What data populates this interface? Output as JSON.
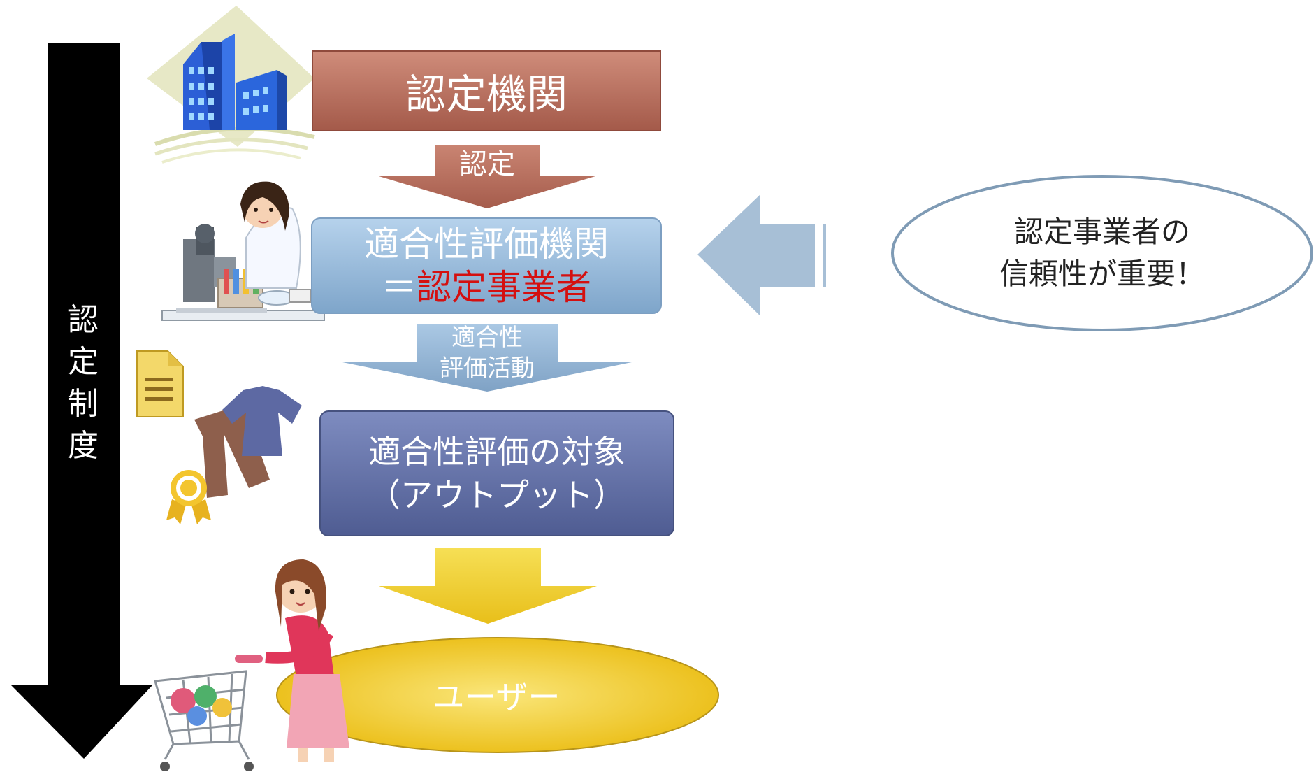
{
  "system_arrow": {
    "label_chars": [
      "認",
      "定",
      "制",
      "度"
    ]
  },
  "accreditation_body": {
    "label": "認定機関"
  },
  "accreditation_arrow": {
    "label": "認定"
  },
  "conformity_body": {
    "line1": "適合性評価機関",
    "line2_prefix": "＝",
    "line2_highlight": "認定事業者"
  },
  "activity_arrow": {
    "line1": "適合性",
    "line2": "評価活動"
  },
  "target": {
    "line1": "適合性評価の対象",
    "line2": "（アウトプット）"
  },
  "user": {
    "label": "ユーザー"
  },
  "callout": {
    "line1": "認定事業者の",
    "line2": "信頼性が重要！"
  },
  "colors": {
    "accreditation_body": "#b06a5a",
    "conformity_body": "#8fb4d6",
    "target": "#5c6aa0",
    "user": "#f3d13a",
    "highlight_text": "#d41010",
    "callout_border": "#7f9bb5"
  }
}
